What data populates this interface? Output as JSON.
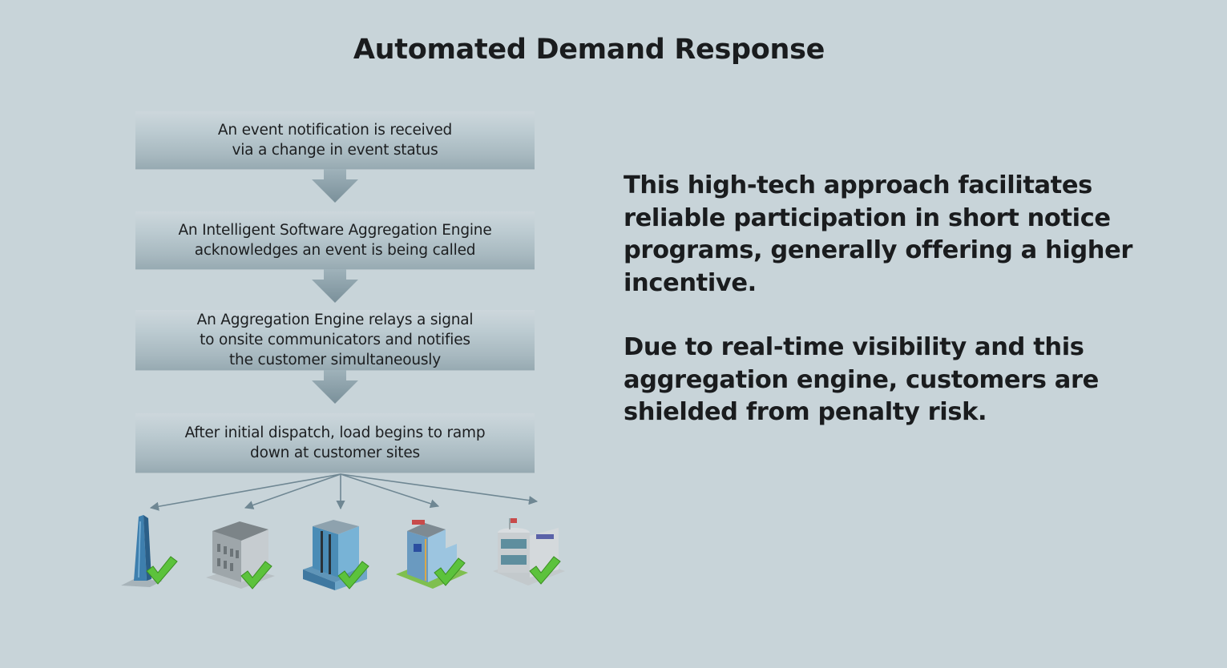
{
  "title": "Automated Demand Response",
  "colors": {
    "background": "#c8d4d9",
    "box_top": "#cdd7dc",
    "box_bottom": "#97aab2",
    "arrow": "#7d949e",
    "connector": "#6f8793",
    "checkmark": "#5cc23c",
    "text": "#1a1c1e"
  },
  "flow": {
    "steps": [
      {
        "text": "An event notification is received\nvia a change in event status"
      },
      {
        "text": "An Intelligent Software Aggregation Engine\nacknowledges an event is being called"
      },
      {
        "text": "An Aggregation Engine relays a signal\nto onsite communicators and notifies\nthe customer simultaneously"
      },
      {
        "text": "After initial dispatch, load begins to ramp\ndown at customer sites"
      }
    ],
    "customer_sites": [
      {
        "icon": "skyscraper-icon",
        "status": "check-icon"
      },
      {
        "icon": "classic-building-icon",
        "status": "check-icon"
      },
      {
        "icon": "office-tower-icon",
        "status": "check-icon"
      },
      {
        "icon": "corporate-building-icon",
        "status": "check-icon"
      },
      {
        "icon": "government-building-icon",
        "status": "check-icon"
      }
    ]
  },
  "description": {
    "paragraphs": [
      "This high-tech approach facilitates reliable participation in short notice programs, generally offering a higher incentive.",
      "Due to real-time visibility and this aggregation engine, customers are shielded from penalty risk."
    ]
  }
}
